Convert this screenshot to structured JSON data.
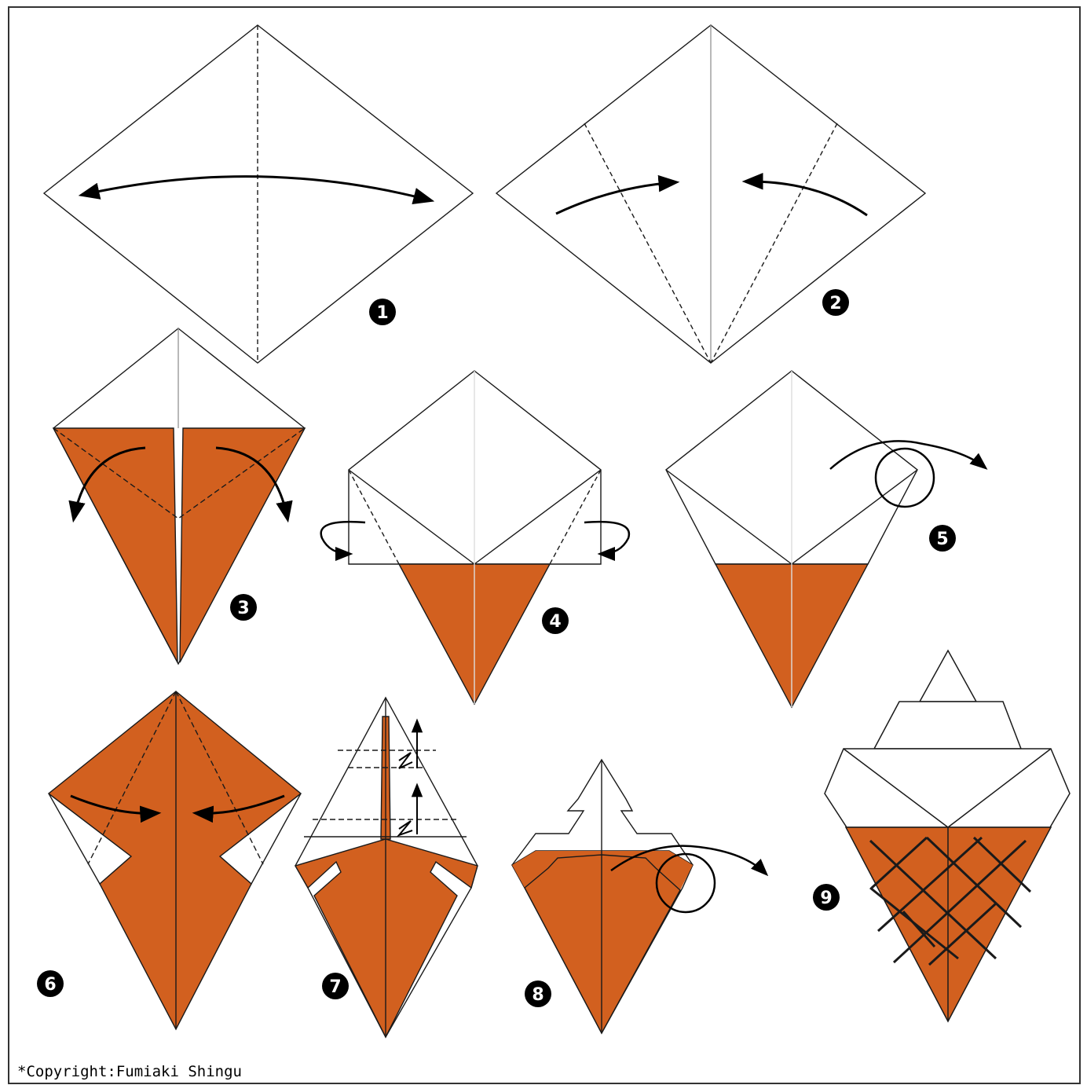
{
  "colors": {
    "orange": "#D2601F",
    "line": "#1a1a1a",
    "background": "#ffffff"
  },
  "steps": [
    {
      "number": "1"
    },
    {
      "number": "2"
    },
    {
      "number": "3"
    },
    {
      "number": "4"
    },
    {
      "number": "5"
    },
    {
      "number": "6"
    },
    {
      "number": "7"
    },
    {
      "number": "8"
    },
    {
      "number": "9"
    }
  ],
  "copyright": "*Copyright:Fumiaki Shingu"
}
